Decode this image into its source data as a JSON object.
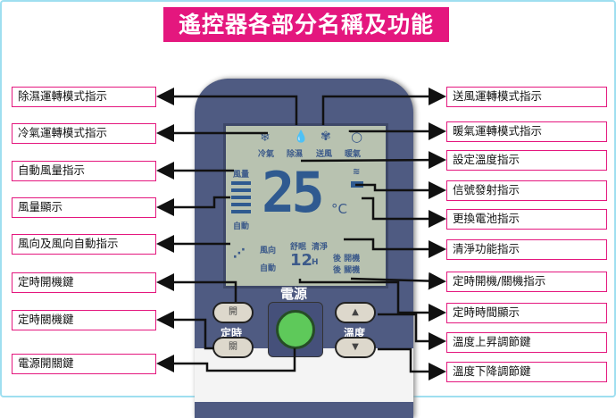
{
  "title": "遙控器各部分名稱及功能",
  "left_labels": [
    "除濕運轉模式指示",
    "冷氣運轉模式指示",
    "自動風量指示",
    "風量顯示",
    "風向及風向自動指示",
    "定時開機鍵",
    "定時關機鍵",
    "電源開關鍵"
  ],
  "right_labels": [
    "送風運轉模式指示",
    "暖氣運轉模式指示",
    "設定溫度指示",
    "信號發射指示",
    "更換電池指示",
    "清淨功能指示",
    "定時開機/關機指示",
    "定時時間顯示",
    "溫度上昇調節鍵",
    "溫度下降調節鍵"
  ],
  "lcd": {
    "modes": [
      "冷氣",
      "除濕",
      "送風",
      "暖氣"
    ],
    "fan": "風量",
    "auto": "自動",
    "temp": "25",
    "unit": "°C",
    "swing": "風向",
    "swing_auto": "自動",
    "sleep": "舒眠",
    "clean": "清淨",
    "timer": "12",
    "hour": "H",
    "after_on": "後 開機",
    "after_off": "後 關機"
  },
  "buttons": {
    "power": "電源",
    "timer": "定時",
    "on": "開",
    "off": "關",
    "temp": "溫度",
    "up": "▲",
    "down": "▼"
  },
  "colors": {
    "accent": "#e4177e",
    "remote": "#4f5b82",
    "lcd": "#b8c2b0",
    "power": "#5ec95a"
  }
}
